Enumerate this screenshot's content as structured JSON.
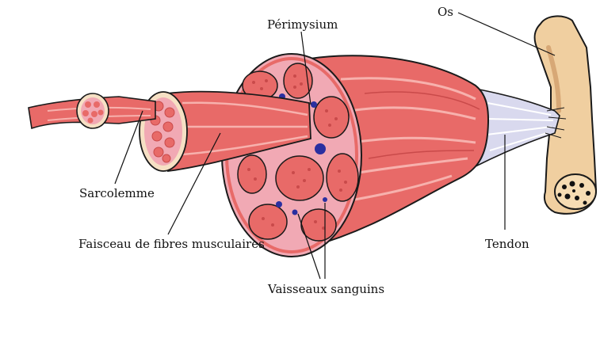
{
  "diagram": {
    "labels": {
      "perimysium": "Périmysium",
      "os": "Os",
      "sarcolemme": "Sarcolemme",
      "faisceau": "Faisceau de fibres musculaires",
      "tendon": "Tendon",
      "vaisseaux": "Vaisseaux sanguins"
    },
    "colors": {
      "muscle": "#e86a68",
      "muscle_dark": "#c94a4a",
      "muscle_light": "#f7b1ad",
      "connective": "#f1a9b4",
      "vessel": "#2a2fa0",
      "tendon": "#d9d9ee",
      "bone": "#f0cfa0",
      "outline": "#1a1a1a"
    }
  }
}
